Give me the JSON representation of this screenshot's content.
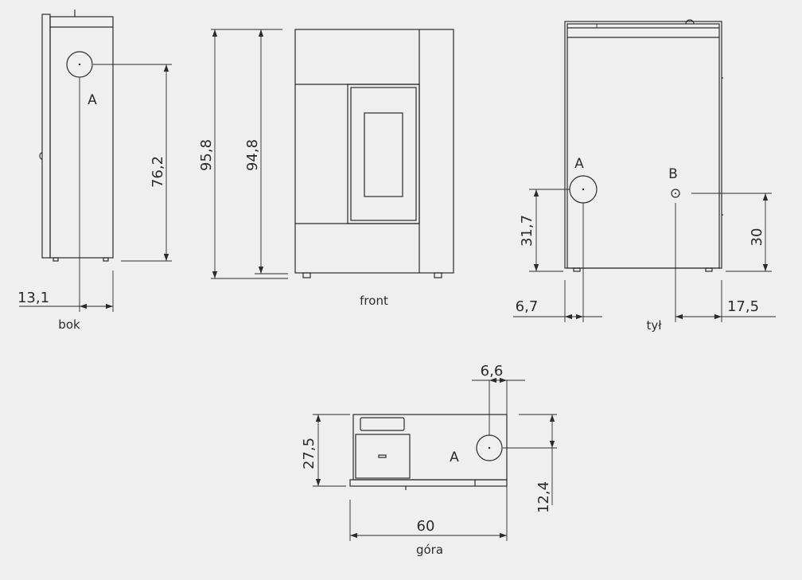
{
  "views": {
    "side": {
      "label": "bok"
    },
    "front": {
      "label": "front"
    },
    "back": {
      "label": "tył"
    },
    "top": {
      "label": "góra"
    }
  },
  "connectors": {
    "a": "A",
    "b": "B"
  },
  "dimensions": {
    "side_height_a": "76,2",
    "side_offset_a": "13,1",
    "front_total_height": "95,8",
    "front_body_height": "94,8",
    "back_height_a": "31,7",
    "back_offset_a": "6,7",
    "back_height_b": "30",
    "back_offset_b": "17,5",
    "top_offset_a": "6,6",
    "top_depth": "27,5",
    "top_depth_a": "12,4",
    "top_width": "60"
  },
  "colors": {
    "background": "#efefef",
    "line": "#2b2b2b"
  }
}
